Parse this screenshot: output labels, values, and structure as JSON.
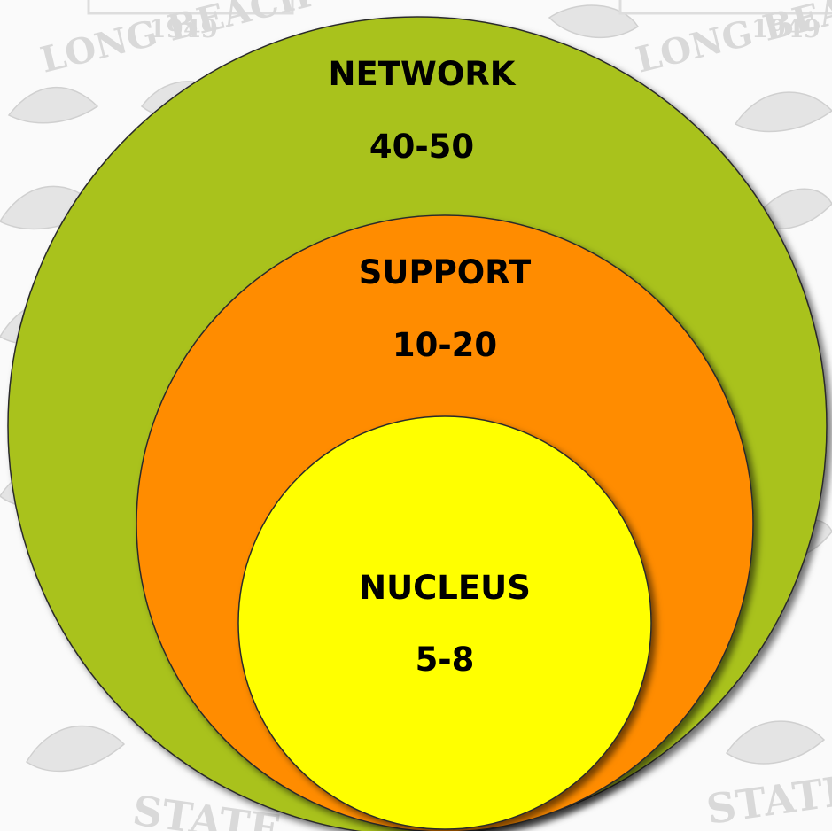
{
  "diagram": {
    "type": "nested-circles",
    "rings": [
      {
        "name": "network",
        "title": "NETWORK",
        "range": "40-50",
        "color": "#a9c21f"
      },
      {
        "name": "support",
        "title": "SUPPORT",
        "range": "10-20",
        "color": "#ff8c00"
      },
      {
        "name": "nucleus",
        "title": "NUCLEUS",
        "range": "5-8",
        "color": "#ffff00"
      }
    ]
  },
  "watermark": {
    "emblem": "long-beach-state-seal",
    "texts": [
      "1949",
      "LONG BEACH",
      "1949",
      "LONG BEACH",
      "STATE",
      "STATE"
    ],
    "color": "#d9d9d9"
  }
}
